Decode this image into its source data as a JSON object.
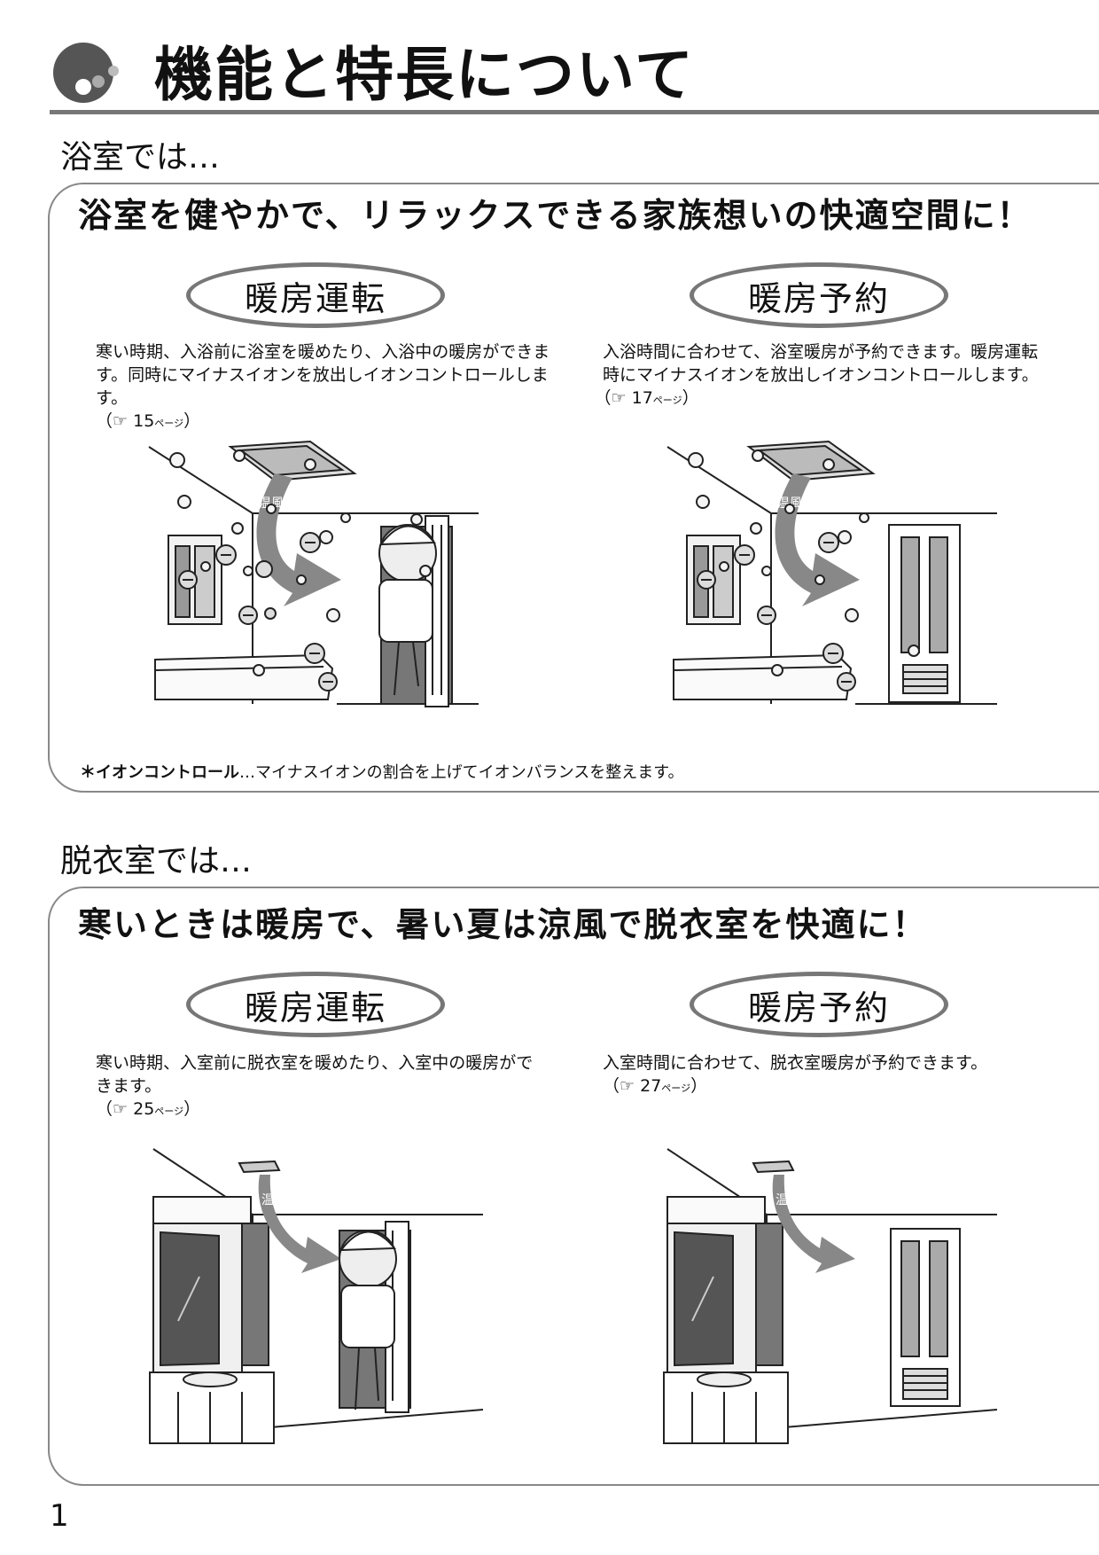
{
  "header": {
    "title": "機能と特長について"
  },
  "bathroom": {
    "heading": "浴室では…",
    "headline": "浴室を健やかで、リラックスできる家族想いの快適空間に！",
    "left": {
      "pill": "暖房運転",
      "text": "寒い時期、入浴前に浴室を暖めたり、入浴中の暖房ができます。同時にマイナスイオンを放出しイオンコントロールします。",
      "ref_open": "（",
      "ref_page": "15",
      "ref_unit": "ページ",
      "ref_close": "）",
      "airflow_label": "温風"
    },
    "right": {
      "pill": "暖房予約",
      "text": "入浴時間に合わせて、浴室暖房が予約できます。暖房運転時にマイナスイオンを放出しイオンコントロールします。",
      "ref_open": "（",
      "ref_page": "17",
      "ref_unit": "ページ",
      "ref_close": "）",
      "airflow_label": "温風"
    },
    "footnote_term": "＊イオンコントロール",
    "footnote_text": "…マイナスイオンの割合を上げてイオンバランスを整えます。"
  },
  "dressing": {
    "heading": "脱衣室では…",
    "headline": "寒いときは暖房で、暑い夏は涼風で脱衣室を快適に！",
    "left": {
      "pill": "暖房運転",
      "text": "寒い時期、入室前に脱衣室を暖めたり、入室中の暖房ができます。",
      "ref_open": "（",
      "ref_page": "25",
      "ref_unit": "ページ",
      "ref_close": "）",
      "airflow_label": "温風"
    },
    "right": {
      "pill": "暖房予約",
      "text": "入室時間に合わせて、脱衣室暖房が予約できます。",
      "ref_open": "（",
      "ref_page": "27",
      "ref_unit": "ページ",
      "ref_close": "）",
      "airflow_label": "温風"
    }
  },
  "page_number": "1",
  "icons": {
    "header": "section-bullet-icon",
    "reference": "pointing-hand-icon"
  },
  "colors": {
    "rule": "#777777",
    "pill_border": "#777777",
    "panel_border": "#888888",
    "bullet": "#555555"
  }
}
